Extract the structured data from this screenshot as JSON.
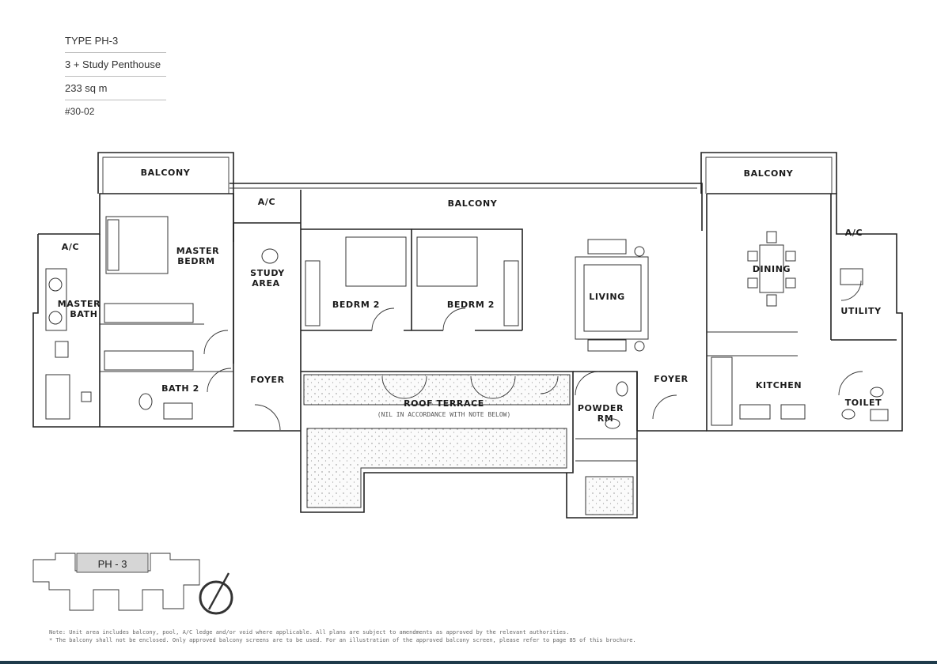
{
  "unit": {
    "type": "TYPE PH-3",
    "description": "3 + Study Penthouse",
    "area": "233 sq m",
    "unit_number": "#30-02"
  },
  "rooms": {
    "balcony_left": "BALCONY",
    "balcony_mid": "BALCONY",
    "balcony_right": "BALCONY",
    "ac_top": "A/C",
    "ac_left": "A/C",
    "ac_right": "A/C",
    "master_bedrm_1": "MASTER",
    "master_bedrm_2": "BEDRM",
    "study_1": "STUDY",
    "study_2": "AREA",
    "master_bath_1": "MASTER",
    "master_bath_2": "BATH",
    "bedrm_a": "BEDRM 2",
    "bedrm_b": "BEDRM 2",
    "living": "LIVING",
    "dining": "DINING",
    "utility": "UTILITY",
    "bath_2": "BATH 2",
    "foyer_left": "FOYER",
    "foyer_right": "FOYER",
    "roof_terrace": "ROOF TERRACE",
    "roof_terrace_note": "(NIL IN ACCORDANCE WITH NOTE BELOW)",
    "powder_rm_1": "POWDER",
    "powder_rm_2": "RM",
    "kitchen": "KITCHEN",
    "toilet": "TOILET"
  },
  "keyplan": {
    "label": "PH - 3"
  },
  "notes": {
    "line1": "Note: Unit area includes balcony, pool, A/C ledge and/or void where applicable. All plans are subject to amendments as approved by the relevant authorities.",
    "line2": "* The balcony shall not be enclosed. Only approved balcony screens are to be used. For an illustration of the approved balcony screen, please refer to page 85 of this brochure."
  }
}
